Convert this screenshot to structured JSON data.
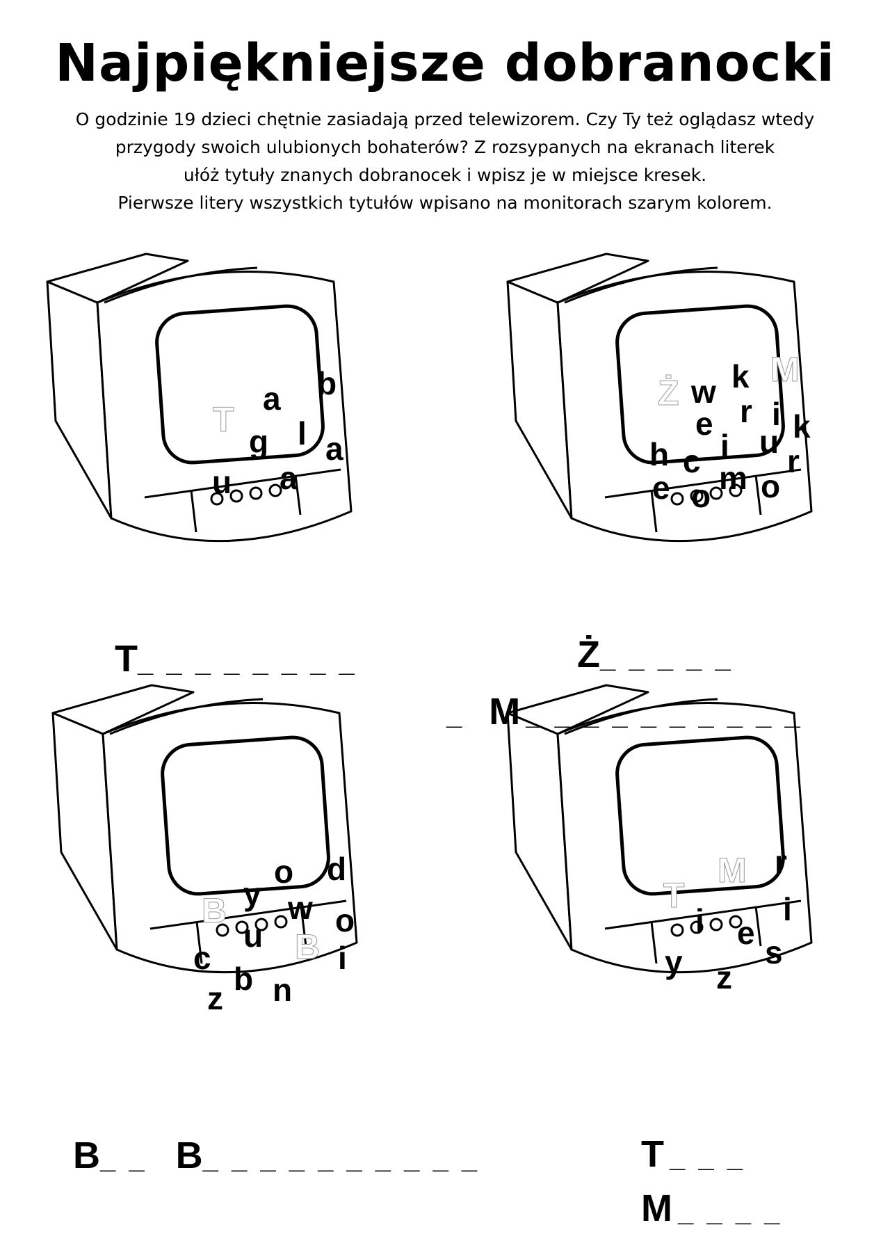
{
  "title": "Najpiękniejsze dobranocki",
  "intro": [
    "O godzinie 19 dzieci chętnie zasiadają przed telewizorem. Czy Ty też oglądasz wtedy",
    "przygody swoich ulubionych bohaterów? Z rozsypanych na ekranach literek",
    "ułóż tytuły znanych dobranocek i wpisz je w miejsce kresek.",
    "Pierwsze litery wszystkich tytułów wpisano na monitorach szarym kolorem."
  ],
  "tv1": {
    "gray": [
      "T"
    ],
    "letters": [
      "a",
      "b",
      "l",
      "g",
      "a",
      "u",
      "a"
    ]
  },
  "tv2": {
    "gray": [
      "Ż",
      "M"
    ],
    "letters": [
      "k",
      "w",
      "r",
      "i",
      "e",
      "k",
      "i",
      "u",
      "h",
      "c",
      "r",
      "m",
      "e",
      "o",
      "o"
    ]
  },
  "tv3": {
    "gray": [
      "B",
      "B"
    ],
    "letters": [
      "o",
      "d",
      "y",
      "w",
      "o",
      "u",
      "c",
      "i",
      "b",
      "z",
      "n"
    ]
  },
  "tv4": {
    "gray": [
      "T",
      "M"
    ],
    "letters": [
      "r",
      "i",
      "i",
      "e",
      "y",
      "s",
      "z"
    ]
  },
  "answers": {
    "a1": {
      "lead": "T",
      "dashes": "_ _ _ _ _ _ _ _"
    },
    "a2": {
      "lead": "Ż",
      "dashes": "_ _ _ _ _"
    },
    "a3_pre": "_",
    "a3": {
      "lead": "M",
      "dashes": "_ _ _ _ _ _ _ _ _ _"
    },
    "a4_lead": "B",
    "a4_mid": "_ _",
    "a4": {
      "lead": "B",
      "dashes": "_ _ _ _ _ _ _ _ _ _"
    },
    "a5": {
      "lead": "T",
      "dashes": "_ _ _"
    },
    "a6": {
      "lead": "M",
      "dashes": "_ _ _ _"
    }
  },
  "colors": {
    "ink": "#000000",
    "gray_letter_outline": "#9a9a9a"
  }
}
